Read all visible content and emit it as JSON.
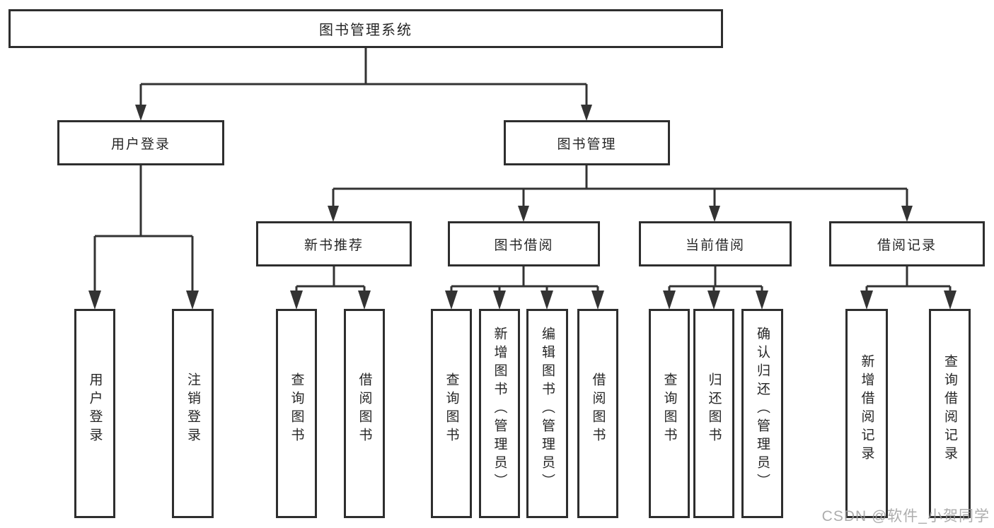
{
  "diagram": {
    "type": "hierarchy-org-chart",
    "colors": {
      "background": "#ffffff",
      "box_border": "#2e2e2e",
      "connector_line": "#333333",
      "text": "#262626",
      "watermark": "#9f9f9f"
    },
    "tree": {
      "root": {
        "label": "图书管理系统"
      },
      "branches": [
        {
          "label": "用户登录",
          "leaves": [
            "用户登录",
            "注销登录"
          ]
        },
        {
          "label": "图书管理",
          "sections": [
            {
              "label": "新书推荐",
              "leaves": [
                "查询图书",
                "借阅图书"
              ]
            },
            {
              "label": "图书借阅",
              "leaves": [
                "查询图书",
                "新增图书（管理员）",
                "编辑图书（管理员）",
                "借阅图书"
              ]
            },
            {
              "label": "当前借阅",
              "leaves": [
                "查询图书",
                "归还图书",
                "确认归还（管理员）"
              ]
            },
            {
              "label": "借阅记录",
              "leaves": [
                "新增借阅记录",
                "查询借阅记录"
              ]
            }
          ]
        }
      ]
    },
    "watermark": "CSDN @软件_小贺同学"
  }
}
